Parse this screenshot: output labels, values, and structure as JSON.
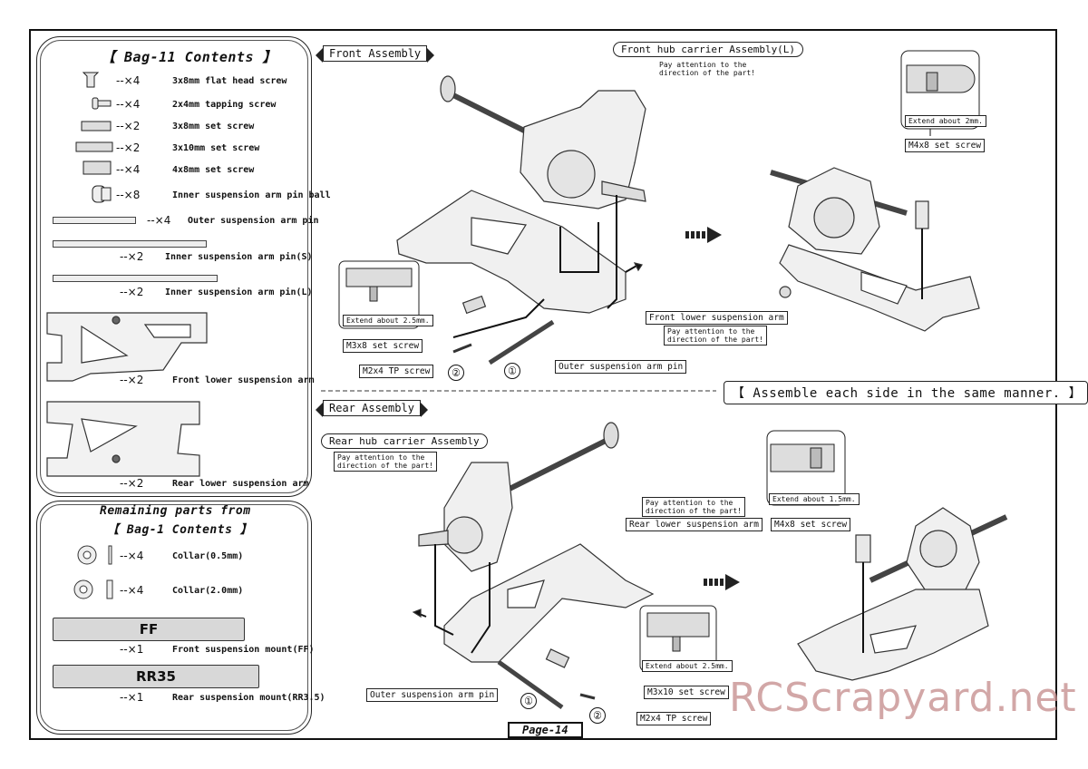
{
  "bag11": {
    "title": "【 Bag-11 Contents 】",
    "items": [
      {
        "qty": "--×4",
        "label": "3x8mm flat head screw"
      },
      {
        "qty": "--×4",
        "label": "2x4mm tapping screw"
      },
      {
        "qty": "--×2",
        "label": "3x8mm set screw"
      },
      {
        "qty": "--×2",
        "label": "3x10mm set screw"
      },
      {
        "qty": "--×4",
        "label": "4x8mm set screw"
      },
      {
        "qty": "--×8",
        "label": "Inner suspension arm pin ball"
      },
      {
        "qty": "--×4",
        "label": "Outer suspension arm pin"
      },
      {
        "qty": "--×2",
        "label": "Inner suspension arm pin(S)"
      },
      {
        "qty": "--×2",
        "label": "Inner suspension arm pin(L)"
      },
      {
        "qty": "--×2",
        "label": "Front lower suspension arm"
      },
      {
        "qty": "--×2",
        "label": "Rear lower suspension arm"
      }
    ]
  },
  "remaining": {
    "title_line1": "Remaining parts from",
    "title_line2": "【 Bag-1 Contents 】",
    "items": [
      {
        "qty": "--×4",
        "label": "Collar(0.5mm)"
      },
      {
        "qty": "--×4",
        "label": "Collar(2.0mm)"
      },
      {
        "qty": "--×1",
        "label": "Front suspension mount(FF)",
        "mark": "FF"
      },
      {
        "qty": "--×1",
        "label": "Rear suspension mount(RR3.5)",
        "mark": "RR35"
      }
    ]
  },
  "front": {
    "section": "Front Assembly",
    "hub_callout": "Front hub carrier Assembly(L)",
    "hub_note": "Pay attention to the\ndirection of the part!",
    "detail_note": "Extend about 2.5mm.",
    "set_screw": "M3x8 set screw",
    "tp_screw": "M2x4 TP screw",
    "lower_arm": "Front lower suspension arm",
    "lower_arm_note": "Pay attention to the\ndirection of the part!",
    "pin": "Outer suspension arm pin",
    "right_detail_note": "Extend about 2mm.",
    "right_screw": "M4x8 set screw",
    "step1": "①",
    "step2": "②"
  },
  "note_same": "【 Assemble each side in the same manner. 】",
  "rear": {
    "section": "Rear Assembly",
    "hub_callout": "Rear hub carrier Assembly",
    "hub_note": "Pay attention to the\ndirection of the part!",
    "lower_arm_note": "Pay attention to the\ndirection of the part!",
    "lower_arm": "Rear lower suspension arm",
    "detail_note": "Extend about 2.5mm.",
    "set_screw": "M3x10 set screw",
    "tp_screw": "M2x4 TP screw",
    "pin": "Outer suspension arm pin",
    "right_detail_note": "Extend about 1.5mm.",
    "right_screw": "M4x8 set screw",
    "step1": "①",
    "step2": "②"
  },
  "page_label": "Page-14",
  "watermark": "RCScrapyard.net"
}
